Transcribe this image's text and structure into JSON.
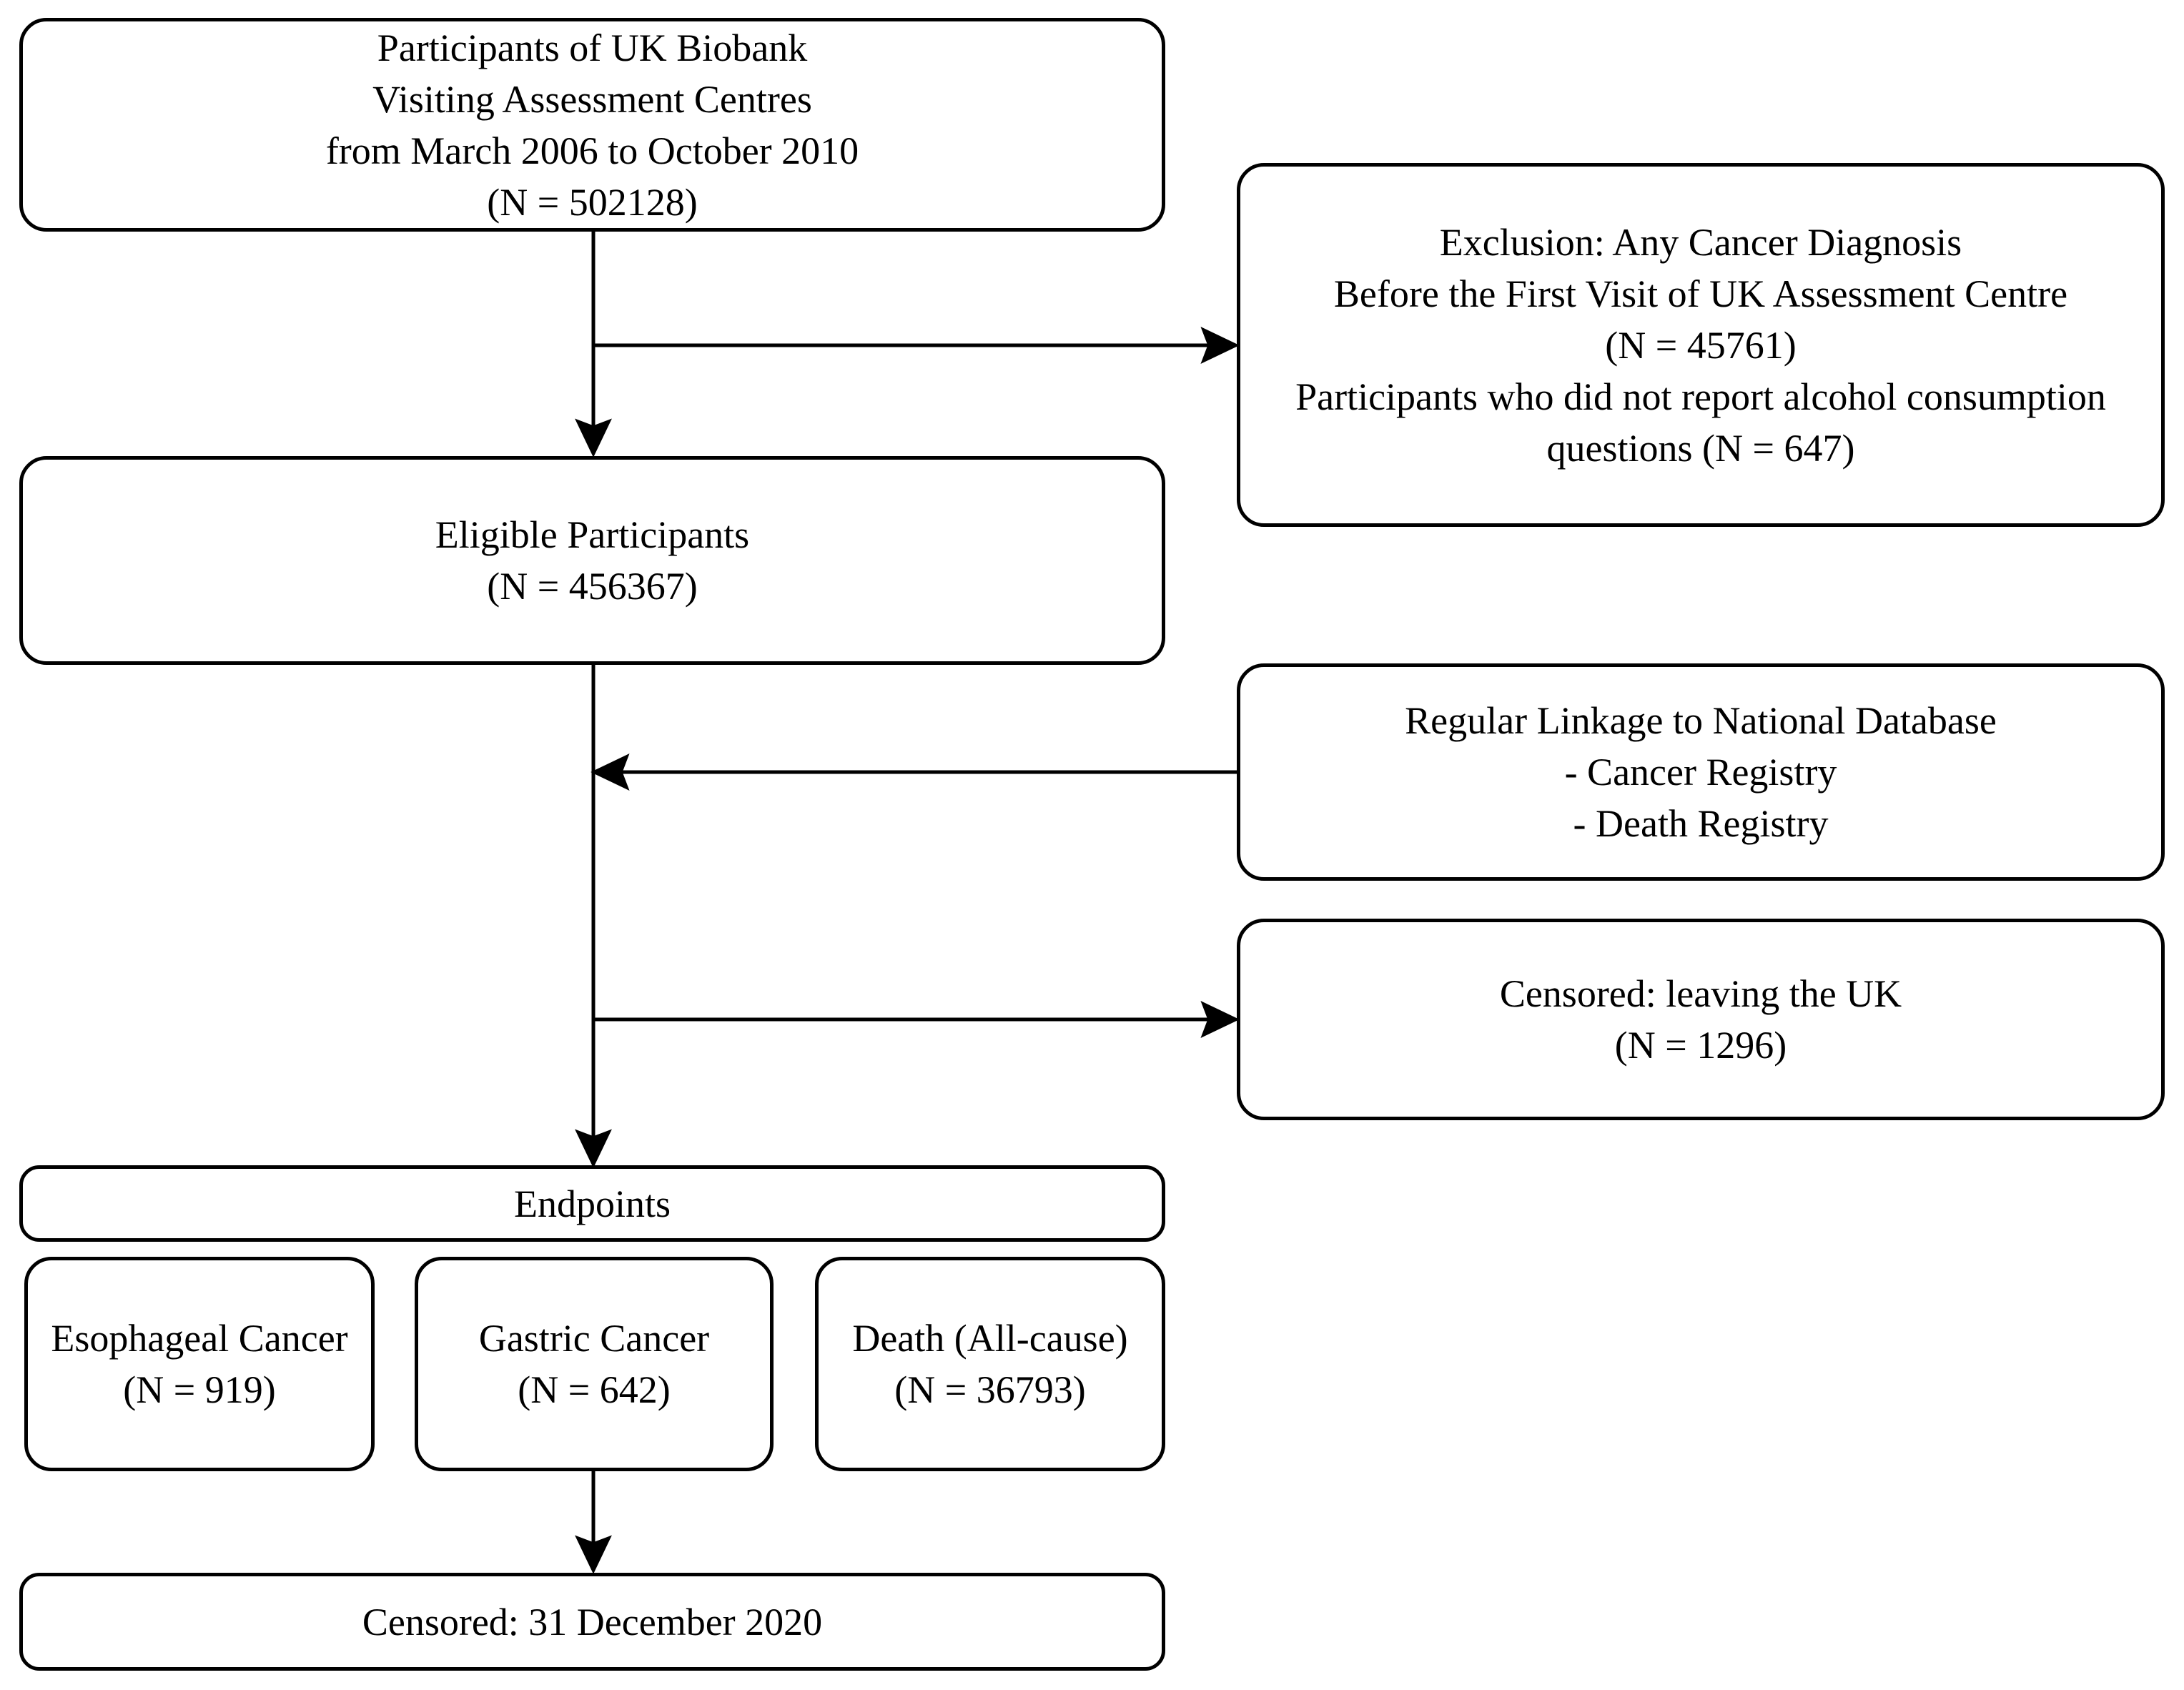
{
  "page": {
    "background": "#ffffff",
    "ink": "#000000"
  },
  "flowchart": {
    "boxes": {
      "participants": {
        "lines": [
          "Participants of UK Biobank",
          "Visiting Assessment Centres",
          "from March 2006 to October 2010",
          "(N = 502128)"
        ]
      },
      "exclusion": {
        "lines": [
          "Exclusion: Any Cancer Diagnosis",
          "Before the First Visit of UK Assessment Centre",
          "(N = 45761)",
          "Participants who did not report alcohol consumption",
          "questions (N = 647)"
        ]
      },
      "eligible": {
        "lines": [
          "Eligible Participants",
          "(N = 456367)"
        ]
      },
      "linkage": {
        "lines": [
          "Regular Linkage to National Database",
          "- Cancer Registry",
          "- Death Registry"
        ]
      },
      "censored_uk": {
        "lines": [
          "Censored: leaving the UK",
          "(N = 1296)"
        ]
      },
      "endpoints": {
        "lines": [
          "Endpoints"
        ]
      },
      "esophageal": {
        "lines": [
          "Esophageal Cancer",
          "(N = 919)"
        ]
      },
      "gastric": {
        "lines": [
          "Gastric Cancer",
          "(N = 642)"
        ]
      },
      "death": {
        "lines": [
          "Death (All-cause)",
          "(N = 36793)"
        ]
      },
      "censored_2020": {
        "lines": [
          "Censored: 31 December 2020"
        ]
      }
    },
    "edges": [
      {
        "from": "participants",
        "to": "eligible",
        "type": "arrow-down"
      },
      {
        "from": "participants",
        "to": "exclusion",
        "type": "arrow-right"
      },
      {
        "from": "eligible",
        "to": "endpoints",
        "type": "arrow-down"
      },
      {
        "from": "linkage",
        "to": "eligible-endpoints-flow",
        "type": "arrow-left"
      },
      {
        "from": "eligible-endpoints-flow",
        "to": "censored_uk",
        "type": "arrow-right"
      },
      {
        "from": "gastric",
        "to": "censored_2020",
        "type": "arrow-down"
      }
    ]
  }
}
